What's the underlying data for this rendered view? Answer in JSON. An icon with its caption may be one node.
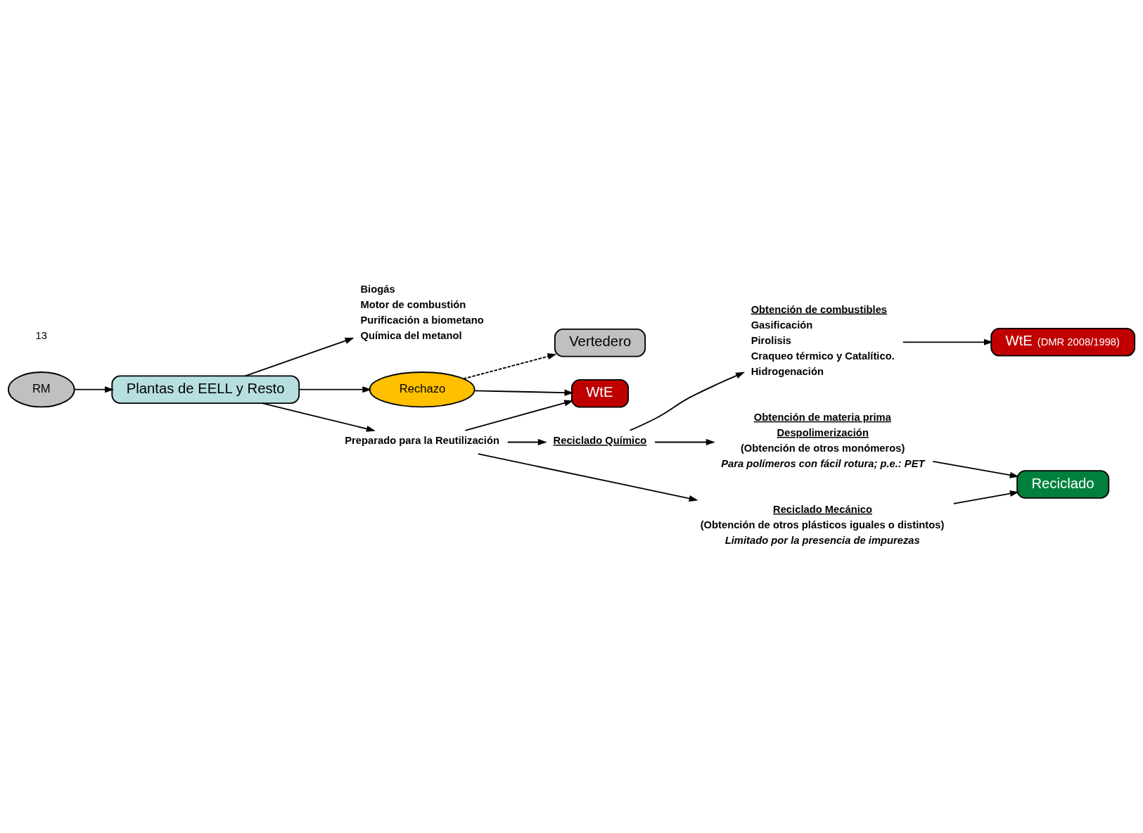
{
  "diagram": {
    "nodes": [
      {
        "text": [
          "RM"
        ]
      },
      {
        "text": [
          "Plantas de EELL y Resto"
        ]
      },
      {
        "text": [
          "Biogás",
          "Motor de combustión",
          "Purificación a biometano",
          "Química del metanol"
        ]
      },
      {
        "text": [
          "Rechazo"
        ]
      },
      {
        "text": [
          "Vertedero"
        ]
      },
      {
        "text": [
          "WtE"
        ]
      },
      {
        "text": [
          "Preparado para la Reutilización"
        ]
      },
      {
        "text": [
          "Reciclado Químico"
        ]
      },
      {
        "text": [
          "Reciclado Mecánico",
          "(Obtención de otros plásticos iguales o distintos)",
          "Limitado por la presencia de impurezas"
        ]
      },
      {
        "text": [
          "Obtención de materia prima",
          "Despolimerización",
          "(Obtención de otros monómeros)",
          "Para polímeros con fácil rotura; p.e.: PET"
        ]
      },
      {
        "text": [
          "Reciclado"
        ]
      },
      {
        "text": [
          "Obtención de combustibles",
          "Gasificación",
          "Pirolisis",
          "Craqueo térmico y Catalítico.",
          "Hidrogenación"
        ]
      },
      {
        "text": [
          "WtE",
          "(DMR 2008/1998)"
        ]
      }
    ],
    "edges": [
      {
        "from": 0,
        "to": 1,
        "arrow": "to"
      },
      {
        "from": 1,
        "to": 2,
        "arrow": "to"
      },
      {
        "from": 1,
        "to": 3,
        "arrow": "to"
      },
      {
        "from": 1,
        "to": 6,
        "arrow": "to"
      },
      {
        "from": 3,
        "to": 4,
        "arrow": "to",
        "style": "dashed"
      },
      {
        "from": 3,
        "to": 5,
        "arrow": "to"
      },
      {
        "from": 6,
        "to": 5,
        "arrow": "to"
      },
      {
        "from": 6,
        "to": 7,
        "arrow": "to"
      },
      {
        "from": 6,
        "to": 8,
        "arrow": "to"
      },
      {
        "from": 7,
        "to": 9,
        "arrow": "to"
      },
      {
        "from": 7,
        "to": 11,
        "arrow": "to"
      },
      {
        "from": 8,
        "to": 10,
        "arrow": "to"
      },
      {
        "from": 9,
        "to": 10,
        "arrow": "to"
      },
      {
        "from": 11,
        "to": 12,
        "arrow": "to"
      }
    ],
    "labels": [
      "13"
    ]
  }
}
